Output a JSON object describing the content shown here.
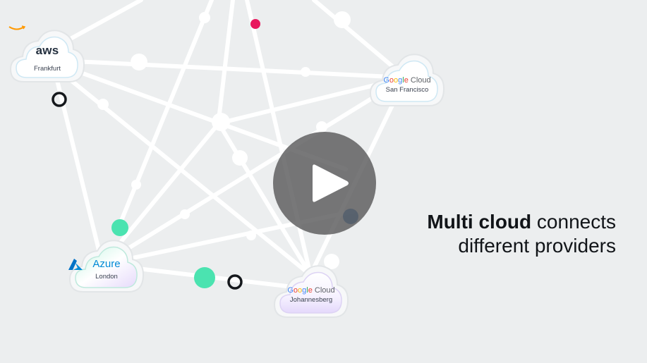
{
  "video": {
    "caption": {
      "bold": "Multi cloud",
      "rest_line1": " connects",
      "line2": "different providers"
    },
    "play_icon": "play-icon"
  },
  "clouds": [
    {
      "id": "aws",
      "brand": "aws",
      "location": "Frankfurt",
      "icon": "aws-logo-icon"
    },
    {
      "id": "gcp-sf",
      "brand_parts": [
        "G",
        "o",
        "o",
        "g",
        "l",
        "e"
      ],
      "brand_suffix": " Cloud",
      "location": "San Francisco",
      "icon": "google-cloud-logo-icon"
    },
    {
      "id": "azure",
      "brand": "Azure",
      "location": "London",
      "icon": "azure-logo-icon"
    },
    {
      "id": "gcp-jnb",
      "brand_parts": [
        "G",
        "o",
        "o",
        "g",
        "l",
        "e"
      ],
      "brand_suffix": " Cloud",
      "location": "Johannesberg",
      "icon": "google-cloud-logo-icon"
    }
  ],
  "colors": {
    "background": "#eceeef",
    "link": "#ffffff",
    "accent_green": "#4be3b0",
    "accent_pink": "#e8175d",
    "accent_blue": "#2e6fb5",
    "play_bg": "#5a5a5c"
  }
}
